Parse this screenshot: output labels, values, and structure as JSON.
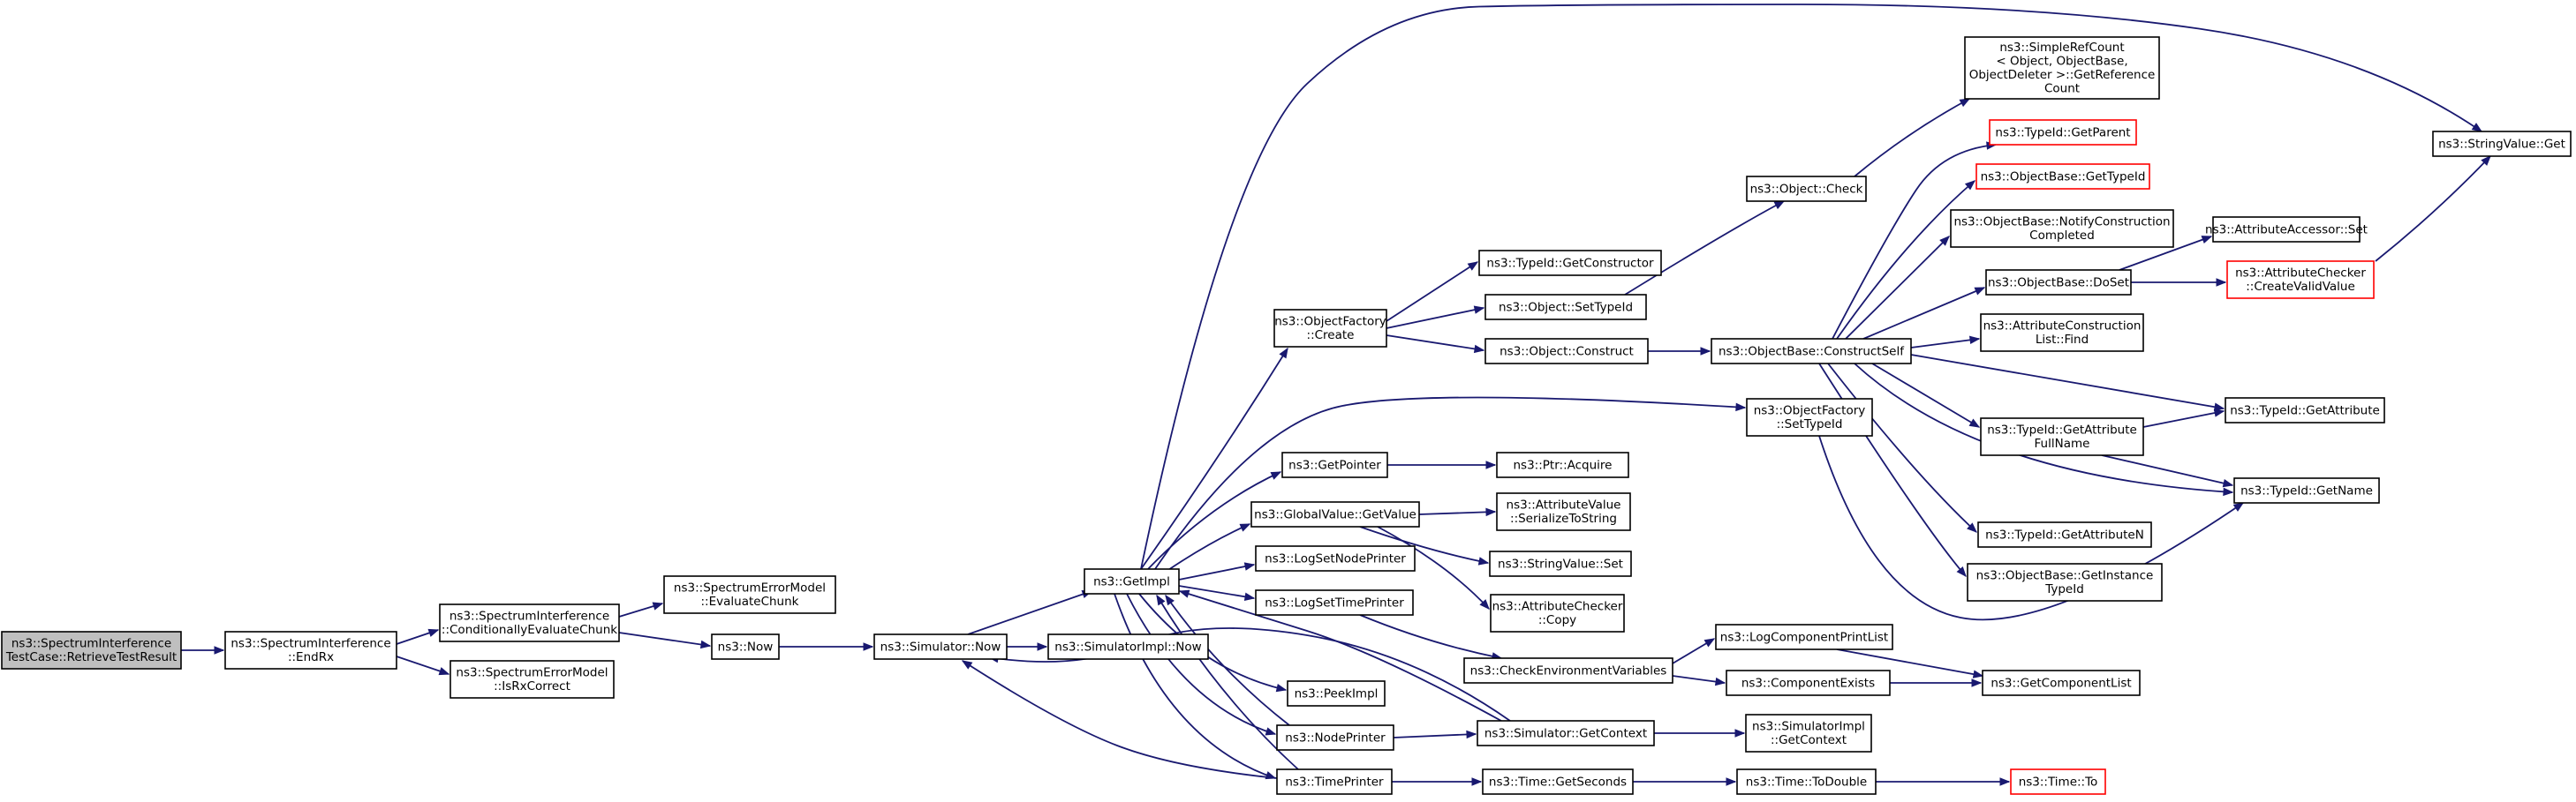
{
  "diagram": {
    "colors": {
      "edge": "#191970",
      "node_border": "#000000",
      "truncated_border": "#ff0000",
      "root_fill": "#bfbfbf"
    },
    "nodes": [
      {
        "id": "root",
        "lines": [
          "ns3::SpectrumInterference",
          "TestCase::RetrieveTestResult"
        ]
      },
      {
        "id": "endrx",
        "lines": [
          "ns3::SpectrumInterference",
          "::EndRx"
        ]
      },
      {
        "id": "condeval",
        "lines": [
          "ns3::SpectrumInterference",
          "::ConditionallyEvaluateChunk"
        ]
      },
      {
        "id": "evalchunk",
        "lines": [
          "ns3::SpectrumErrorModel",
          "::EvaluateChunk"
        ]
      },
      {
        "id": "isrx",
        "lines": [
          "ns3::SpectrumErrorModel",
          "::IsRxCorrect"
        ]
      },
      {
        "id": "now",
        "lines": [
          "ns3::Now"
        ]
      },
      {
        "id": "simnow",
        "lines": [
          "ns3::Simulator::Now"
        ]
      },
      {
        "id": "simimplnow",
        "lines": [
          "ns3::SimulatorImpl::Now"
        ]
      },
      {
        "id": "getimpl",
        "lines": [
          "ns3::GetImpl"
        ]
      },
      {
        "id": "ofcreate",
        "lines": [
          "ns3::ObjectFactory",
          "::Create"
        ]
      },
      {
        "id": "getpointer",
        "lines": [
          "ns3::GetPointer"
        ]
      },
      {
        "id": "gvgetvalue",
        "lines": [
          "ns3::GlobalValue::GetValue"
        ]
      },
      {
        "id": "logsetnode",
        "lines": [
          "ns3::LogSetNodePrinter"
        ]
      },
      {
        "id": "logsettime",
        "lines": [
          "ns3::LogSetTimePrinter"
        ]
      },
      {
        "id": "peekimpl",
        "lines": [
          "ns3::PeekImpl"
        ]
      },
      {
        "id": "nodeprinter",
        "lines": [
          "ns3::NodePrinter"
        ]
      },
      {
        "id": "timeprinter",
        "lines": [
          "ns3::TimePrinter"
        ]
      },
      {
        "id": "getconstructor",
        "lines": [
          "ns3::TypeId::GetConstructor"
        ]
      },
      {
        "id": "settypeid",
        "lines": [
          "ns3::Object::SetTypeId"
        ]
      },
      {
        "id": "construct",
        "lines": [
          "ns3::Object::Construct"
        ]
      },
      {
        "id": "ptracquire",
        "lines": [
          "ns3::Ptr::Acquire"
        ]
      },
      {
        "id": "avserialize",
        "lines": [
          "ns3::AttributeValue",
          "::SerializeToString"
        ]
      },
      {
        "id": "svset",
        "lines": [
          "ns3::StringValue::Set"
        ]
      },
      {
        "id": "accopy",
        "lines": [
          "ns3::AttributeChecker",
          "::Copy"
        ]
      },
      {
        "id": "checkenv",
        "lines": [
          "ns3::CheckEnvironmentVariables"
        ]
      },
      {
        "id": "simgetctx",
        "lines": [
          "ns3::Simulator::GetContext"
        ]
      },
      {
        "id": "getseconds",
        "lines": [
          "ns3::Time::GetSeconds"
        ]
      },
      {
        "id": "objcheck",
        "lines": [
          "ns3::Object::Check"
        ]
      },
      {
        "id": "simpleref",
        "lines": [
          "ns3::SimpleRefCount",
          "< Object, ObjectBase,",
          "ObjectDeleter >::GetReference",
          "Count"
        ]
      },
      {
        "id": "constructself",
        "lines": [
          "ns3::ObjectBase::ConstructSelf"
        ]
      },
      {
        "id": "ofsettypeid",
        "lines": [
          "ns3::ObjectFactory",
          "::SetTypeId"
        ]
      },
      {
        "id": "logcompprint",
        "lines": [
          "ns3::LogComponentPrintList"
        ]
      },
      {
        "id": "compexists",
        "lines": [
          "ns3::ComponentExists"
        ]
      },
      {
        "id": "simimplctx",
        "lines": [
          "ns3::SimulatorImpl",
          "::GetContext"
        ]
      },
      {
        "id": "todouble",
        "lines": [
          "ns3::Time::ToDouble"
        ]
      },
      {
        "id": "typeidparent",
        "lines": [
          "ns3::TypeId::GetParent"
        ],
        "truncated": true
      },
      {
        "id": "obgettypeid",
        "lines": [
          "ns3::ObjectBase::GetTypeId"
        ],
        "truncated": true
      },
      {
        "id": "notifyconst",
        "lines": [
          "ns3::ObjectBase::NotifyConstruction",
          "Completed"
        ]
      },
      {
        "id": "doset",
        "lines": [
          "ns3::ObjectBase::DoSet"
        ]
      },
      {
        "id": "acfind",
        "lines": [
          "ns3::AttributeConstruction",
          "List::Find"
        ]
      },
      {
        "id": "getattrfull",
        "lines": [
          "ns3::TypeId::GetAttribute",
          "FullName"
        ]
      },
      {
        "id": "getattrn",
        "lines": [
          "ns3::TypeId::GetAttributeN"
        ]
      },
      {
        "id": "getinstancetid",
        "lines": [
          "ns3::ObjectBase::GetInstance",
          "TypeId"
        ]
      },
      {
        "id": "getcomplist",
        "lines": [
          "ns3::GetComponentList"
        ]
      },
      {
        "id": "timeto",
        "lines": [
          "ns3::Time::To"
        ],
        "truncated": true
      },
      {
        "id": "accessorset",
        "lines": [
          "ns3::AttributeAccessor::Set"
        ]
      },
      {
        "id": "createvalid",
        "lines": [
          "ns3::AttributeChecker",
          "::CreateValidValue"
        ],
        "truncated": true
      },
      {
        "id": "svget",
        "lines": [
          "ns3::StringValue::Get"
        ]
      },
      {
        "id": "getattribute",
        "lines": [
          "ns3::TypeId::GetAttribute"
        ]
      },
      {
        "id": "getname",
        "lines": [
          "ns3::TypeId::GetName"
        ]
      }
    ]
  }
}
